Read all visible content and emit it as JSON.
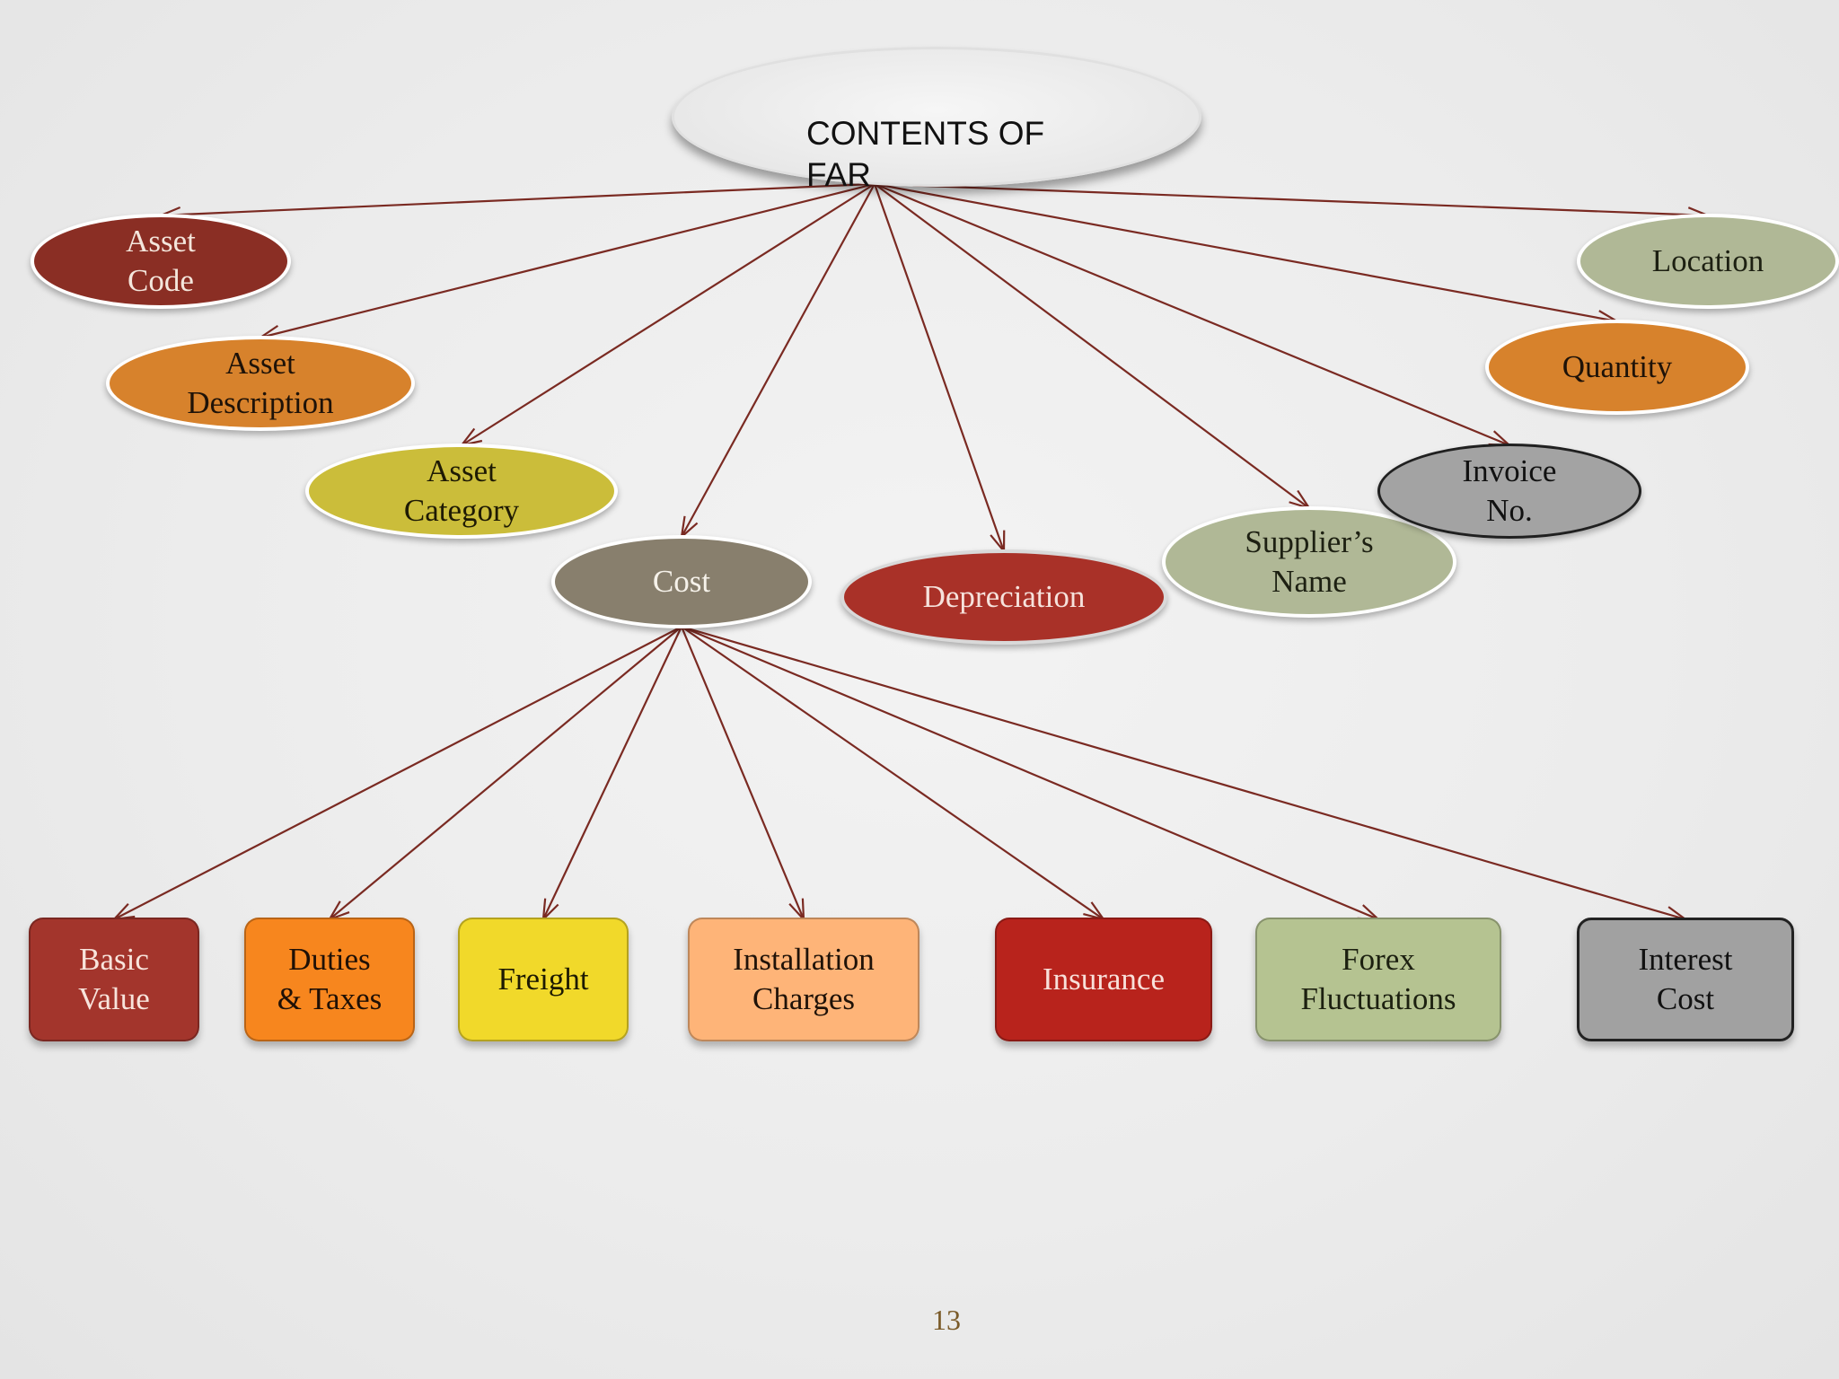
{
  "root": {
    "id": "root",
    "label": "CONTENTS OF\nFAR"
  },
  "nodes": [
    {
      "id": "asset-code",
      "label": "Asset\nCode",
      "fill": "#8a2e24",
      "text_color": "#f4e6dc"
    },
    {
      "id": "asset-description",
      "label": "Asset\nDescription",
      "fill": "#d7822c",
      "text_color": "#1e1208"
    },
    {
      "id": "asset-category",
      "label": "Asset\nCategory",
      "fill": "#cbbd3a",
      "text_color": "#1e1a04"
    },
    {
      "id": "cost",
      "label": "Cost",
      "fill": "#887f6d",
      "text_color": "#f6f2ea"
    },
    {
      "id": "depreciation",
      "label": "Depreciation",
      "fill": "#a93128",
      "text_color": "#f6e2dc"
    },
    {
      "id": "suppliers-name",
      "label": "Supplier’s\nName",
      "fill": "#b0b896",
      "text_color": "#1d2012"
    },
    {
      "id": "invoice-no",
      "label": "Invoice\nNo.",
      "fill": "#a3a3a3",
      "text_color": "#111111"
    },
    {
      "id": "quantity",
      "label": "Quantity",
      "fill": "#d7822c",
      "text_color": "#1e1208"
    },
    {
      "id": "location",
      "label": "Location",
      "fill": "#b0b896",
      "text_color": "#1d2012"
    }
  ],
  "boxes": [
    {
      "id": "basic-value",
      "label": "Basic\nValue",
      "fill": "#a3352c",
      "text_color": "#f8e4dc"
    },
    {
      "id": "duties-taxes",
      "label": "Duties\n& Taxes",
      "fill": "#f7861e",
      "text_color": "#1f1006"
    },
    {
      "id": "freight",
      "label": "Freight",
      "fill": "#f1d92a",
      "text_color": "#1d1a02"
    },
    {
      "id": "installation-charges",
      "label": "Installation\nCharges",
      "fill": "#feb478",
      "text_color": "#1f1208"
    },
    {
      "id": "insurance",
      "label": "Insurance",
      "fill": "#b8231c",
      "text_color": "#f8e0da"
    },
    {
      "id": "forex-fluctuations",
      "label": "Forex\nFluctuations",
      "fill": "#b5c391",
      "text_color": "#1c2010"
    },
    {
      "id": "interest-cost",
      "label": "Interest\nCost",
      "fill": "#a1a1a1",
      "text_color": "#111111"
    }
  ],
  "edges": [
    {
      "from": "root",
      "to": "asset-code"
    },
    {
      "from": "root",
      "to": "asset-description"
    },
    {
      "from": "root",
      "to": "asset-category"
    },
    {
      "from": "root",
      "to": "cost"
    },
    {
      "from": "root",
      "to": "depreciation"
    },
    {
      "from": "root",
      "to": "suppliers-name"
    },
    {
      "from": "root",
      "to": "invoice-no"
    },
    {
      "from": "root",
      "to": "quantity"
    },
    {
      "from": "root",
      "to": "location"
    },
    {
      "from": "cost",
      "to": "basic-value"
    },
    {
      "from": "cost",
      "to": "duties-taxes"
    },
    {
      "from": "cost",
      "to": "freight"
    },
    {
      "from": "cost",
      "to": "installation-charges"
    },
    {
      "from": "cost",
      "to": "insurance"
    },
    {
      "from": "cost",
      "to": "forex-fluctuations"
    },
    {
      "from": "cost",
      "to": "interest-cost"
    }
  ],
  "edge_color": "#7a2a22",
  "page_number": "13"
}
